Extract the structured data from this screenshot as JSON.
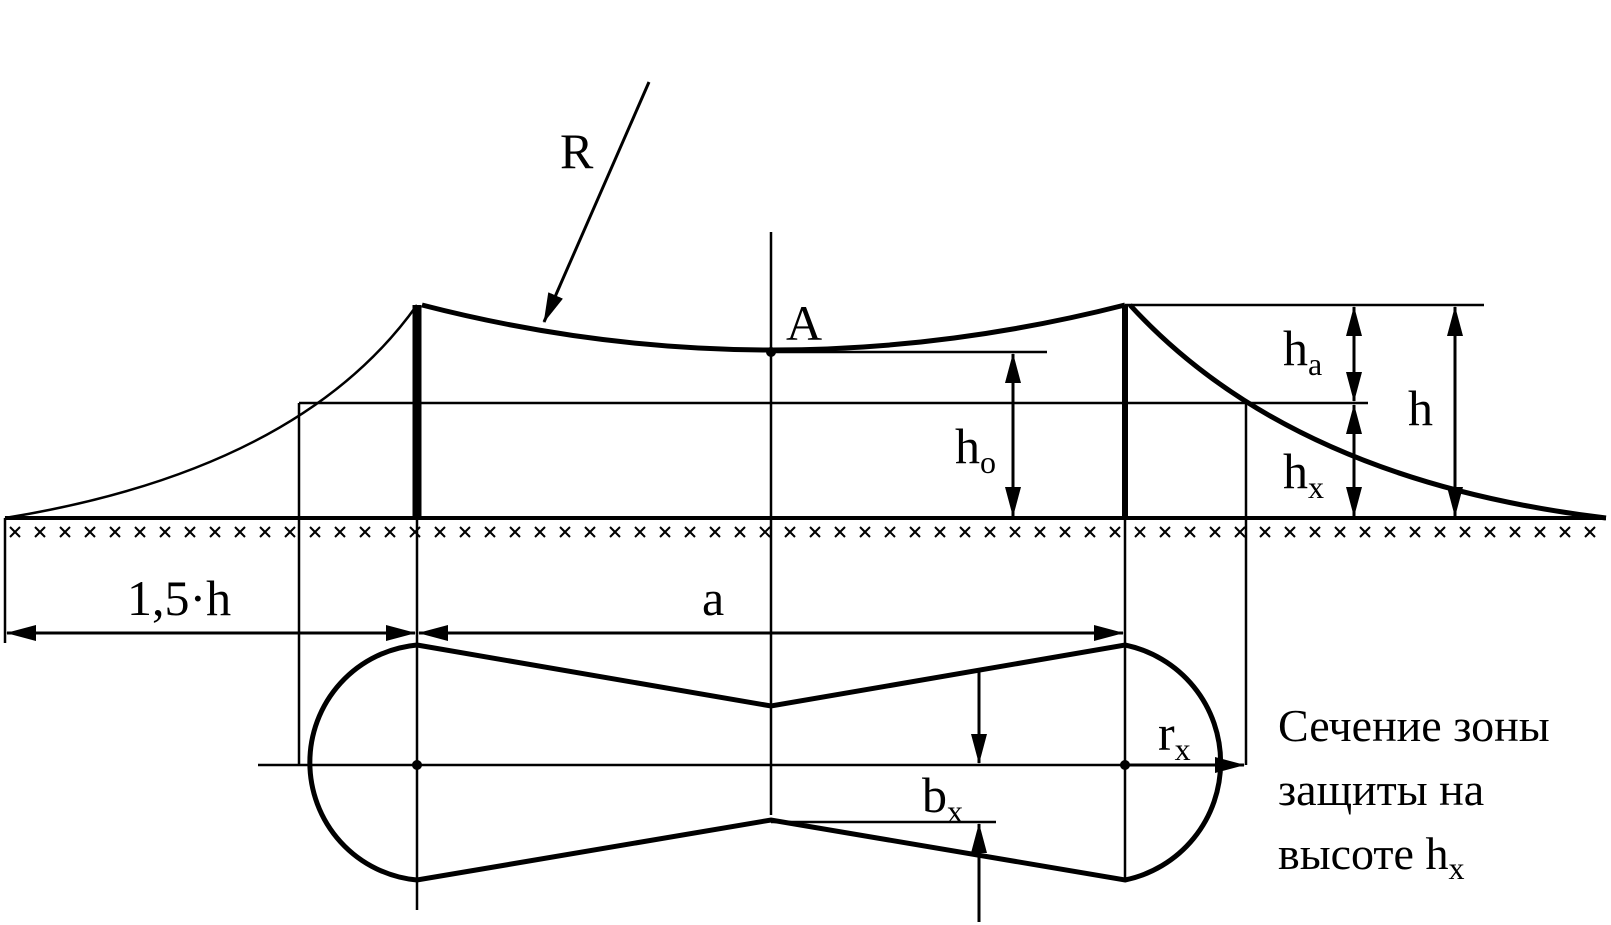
{
  "labels": {
    "R": "R",
    "A": "A",
    "ha": {
      "main": "h",
      "sub": "a"
    },
    "h": "h",
    "hx": {
      "main": "h",
      "sub": "x"
    },
    "ho": {
      "main": "h",
      "sub": "o"
    },
    "width_15h": "1,5·h",
    "a": "a",
    "rx": {
      "main": "r",
      "sub": "x"
    },
    "bx": {
      "main": "b",
      "sub": "x"
    }
  },
  "caption": {
    "line1": "Сечение зоны",
    "line2": "защиты на",
    "line3_main": "высоте h",
    "line3_sub": "x"
  },
  "colors": {
    "ink": "#000000",
    "background": "#ffffff"
  }
}
